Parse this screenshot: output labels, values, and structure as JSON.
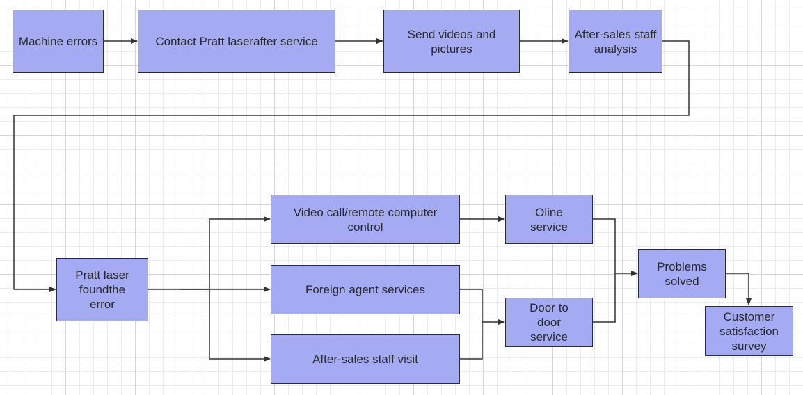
{
  "diagram": {
    "colors": {
      "box_fill": "#a4abf2",
      "box_border": "#2b2b2b",
      "connector": "#333333"
    },
    "nodes": {
      "machine_errors": "Machine errors",
      "contact_service": "Contact Pratt laserafter service",
      "send_media": "Send videos and pictures",
      "staff_analysis": "After-sales staff analysis",
      "found_error": "Pratt laser foundthe error",
      "video_call": "Video call/remote computer control",
      "foreign_agent": "Foreign agent services",
      "staff_visit": "After-sales staff visit",
      "online_service": "Oline service",
      "door_to_door": "Door to door service",
      "problems_solved": "Problems solved",
      "survey": "Customer satisfaction survey"
    }
  }
}
